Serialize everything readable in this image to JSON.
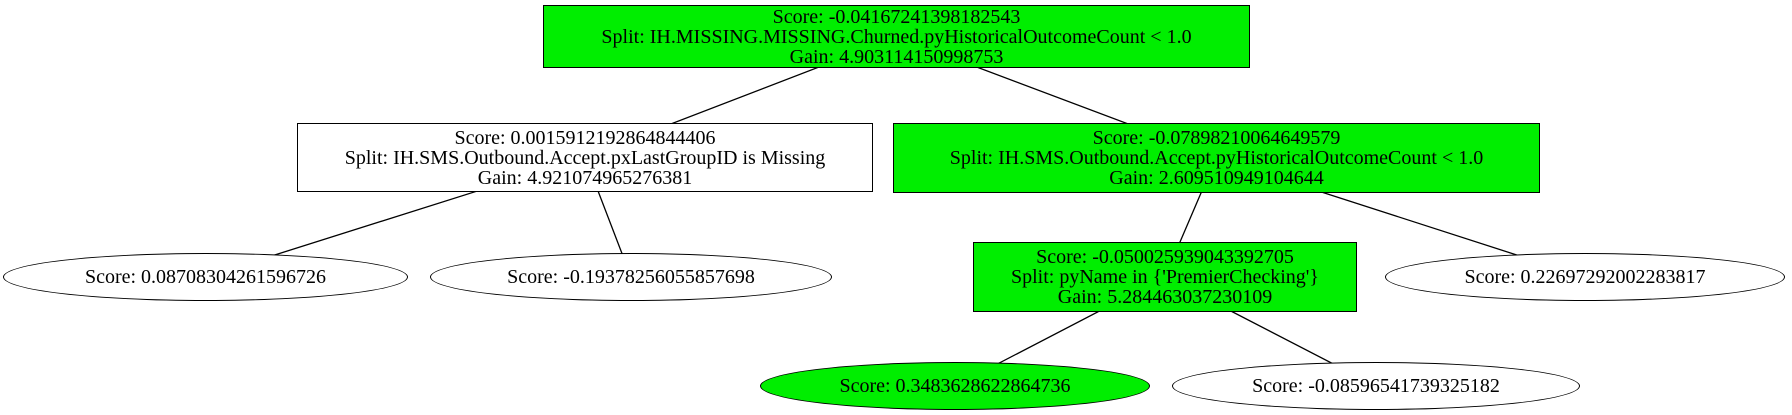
{
  "diagram": {
    "type": "decision-tree",
    "colors": {
      "highlight_fill": "#00ee00",
      "default_fill": "#ffffff",
      "border": "#000000",
      "edge": "#000000",
      "background": "#ffffff"
    },
    "nodes": {
      "root": {
        "shape": "box",
        "highlighted": true,
        "score": "Score: -0.04167241398182543",
        "split": "Split: IH.MISSING.MISSING.Churned.pyHistoricalOutcomeCount < 1.0",
        "gain": "Gain: 4.903114150998753"
      },
      "split_left": {
        "shape": "box",
        "highlighted": false,
        "score": "Score: 0.0015912192864844406",
        "split": "Split: IH.SMS.Outbound.Accept.pxLastGroupID is Missing",
        "gain": "Gain: 4.921074965276381"
      },
      "split_right": {
        "shape": "box",
        "highlighted": true,
        "score": "Score: -0.07898210064649579",
        "split": "Split: IH.SMS.Outbound.Accept.pyHistoricalOutcomeCount < 1.0",
        "gain": "Gain: 2.609510949104644"
      },
      "leaf_1": {
        "shape": "ellipse",
        "highlighted": false,
        "score": "Score: 0.08708304261596726"
      },
      "leaf_2": {
        "shape": "ellipse",
        "highlighted": false,
        "score": "Score: -0.19378256055857698"
      },
      "split_premier": {
        "shape": "box",
        "highlighted": true,
        "score": "Score: -0.050025939043392705",
        "split": "Split: pyName in {'PremierChecking'}",
        "gain": "Gain: 5.284463037230109"
      },
      "leaf_3": {
        "shape": "ellipse",
        "highlighted": false,
        "score": "Score: 0.22697292002283817"
      },
      "leaf_4": {
        "shape": "ellipse",
        "highlighted": true,
        "score": "Score: 0.3483628622864736"
      },
      "leaf_5": {
        "shape": "ellipse",
        "highlighted": false,
        "score": "Score: -0.08596541739325182"
      }
    },
    "edges": [
      [
        "root",
        "split_left"
      ],
      [
        "root",
        "split_right"
      ],
      [
        "split_left",
        "leaf_1"
      ],
      [
        "split_left",
        "leaf_2"
      ],
      [
        "split_right",
        "split_premier"
      ],
      [
        "split_right",
        "leaf_3"
      ],
      [
        "split_premier",
        "leaf_4"
      ],
      [
        "split_premier",
        "leaf_5"
      ]
    ]
  }
}
